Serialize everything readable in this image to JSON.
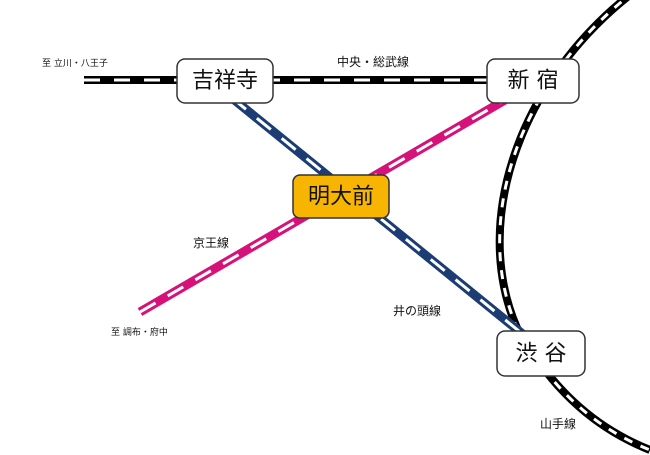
{
  "lines": {
    "chuo": {
      "label": "中央・総武線",
      "terminus": "至 立川・八王子",
      "color": "#000000"
    },
    "keio": {
      "label": "京王線",
      "terminus": "至 調布・府中",
      "color": "#d6117a"
    },
    "inokashira": {
      "label": "井の頭線",
      "color": "#1c3d74"
    },
    "yamanote": {
      "label": "山手線",
      "color": "#000000"
    }
  },
  "stations": {
    "kichijoji": {
      "label": "吉祥寺"
    },
    "shinjuku": {
      "label": "新 宿"
    },
    "meidaimae": {
      "label": "明大前",
      "fill": "#f7b400"
    },
    "shibuya": {
      "label": "渋 谷"
    }
  }
}
